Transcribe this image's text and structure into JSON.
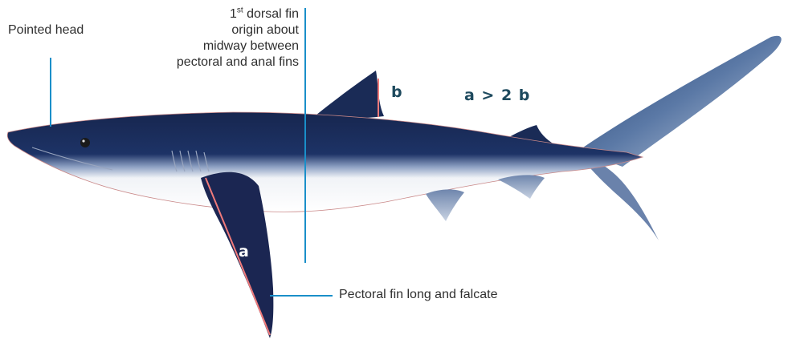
{
  "labels": {
    "head": "Pointed head",
    "dorsal": [
      "1",
      "st",
      " dorsal fin",
      "origin about",
      "midway between",
      "pectoral and anal fins"
    ],
    "pectoral": "Pectoral fin long and falcate"
  },
  "measures": {
    "b": "b",
    "a": "a",
    "formula": "a > 2 b"
  },
  "colors": {
    "pointer_line": "#1a8fc9",
    "measure_line": "#f07a7a",
    "shark_dark": "#1b2c55",
    "shark_light": "#f2f4f8",
    "text_dark": "#1e4a5e"
  }
}
